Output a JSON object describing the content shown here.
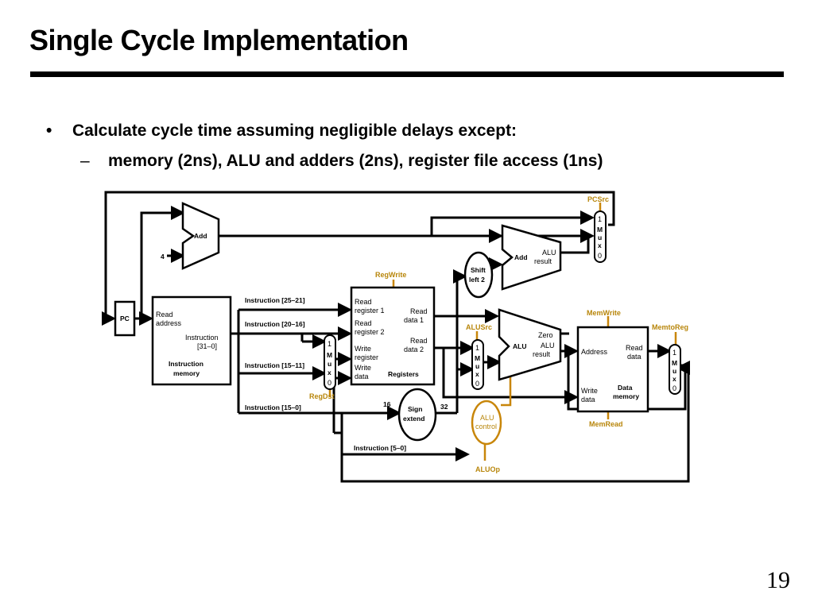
{
  "slide": {
    "title": "Single Cycle Implementation",
    "bullet_marker": "•",
    "bullet1": "Calculate cycle time assuming negligible delays except:",
    "sub_marker": "–",
    "bullet2": "memory (2ns), ALU and adders (2ns), register file access (1ns)",
    "page_number": "19"
  },
  "diagram": {
    "colors": {
      "wire": "#000000",
      "control": "#c8860a",
      "control_text": "#b8860b"
    },
    "pc": "PC",
    "add": "Add",
    "const4": "4",
    "imem": {
      "read_address_1": "Read",
      "read_address_2": "address",
      "instruction_1": "Instruction",
      "instruction_2": "[31–0]",
      "name_1": "Instruction",
      "name_2": "memory"
    },
    "instr_fields": {
      "f25_21": "Instruction [25–21]",
      "f20_16": "Instruction [20–16]",
      "f15_11": "Instruction [15–11]",
      "f15_0": "Instruction [15–0]",
      "f5_0": "Instruction [5–0]"
    },
    "regs": {
      "read_reg1_1": "Read",
      "read_reg1_2": "register 1",
      "read_reg2_1": "Read",
      "read_reg2_2": "register 2",
      "write_reg_1": "Write",
      "write_reg_2": "register",
      "write_data_1": "Write",
      "write_data_2": "data",
      "read_data1_1": "Read",
      "read_data1_2": "data 1",
      "read_data2_1": "Read",
      "read_data2_2": "data 2",
      "name": "Registers"
    },
    "sign_extend_1": "Sign",
    "sign_extend_2": "extend",
    "width_16": "16",
    "width_32": "32",
    "shift_1": "Shift",
    "shift_2": "left 2",
    "alu": {
      "name": "ALU",
      "zero": "Zero",
      "result_1": "ALU",
      "result_2": "result"
    },
    "adder2": {
      "name": "Add",
      "result_1": "ALU",
      "result_2": "result"
    },
    "alu_control_1": "ALU",
    "alu_control_2": "control",
    "dmem": {
      "address": "Address",
      "read_data_1": "Read",
      "read_data_2": "data",
      "write_data_1": "Write",
      "write_data_2": "data",
      "name_1": "Data",
      "name_2": "memory"
    },
    "mux": {
      "one": "1",
      "m": "M",
      "u": "u",
      "x": "x",
      "zero": "0"
    },
    "controls": {
      "pcsrc": "PCSrc",
      "regwrite": "RegWrite",
      "regdst": "RegDst",
      "alusrc": "ALUSrc",
      "memwrite": "MemWrite",
      "memtoreg": "MemtoReg",
      "memread": "MemRead",
      "aluop": "ALUOp"
    }
  }
}
